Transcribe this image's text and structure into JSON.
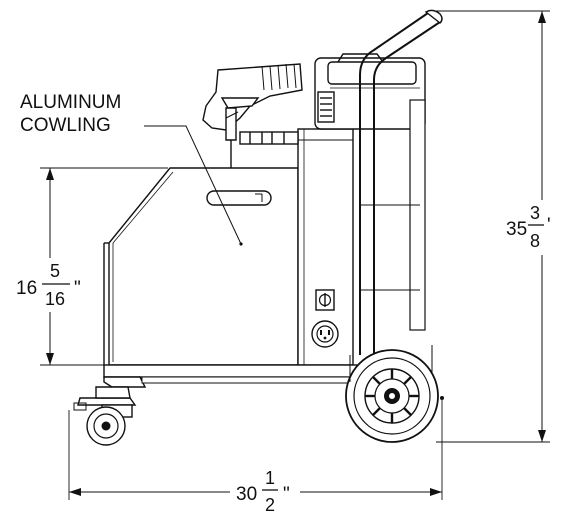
{
  "callout": {
    "line1": "ALUMINUM",
    "line2": "COWLING"
  },
  "dimensions": {
    "height_overall": {
      "whole": "35",
      "num": "3",
      "den": "8",
      "unit": "'"
    },
    "height_cowling": {
      "whole": "16",
      "num": "5",
      "den": "16",
      "unit": "\""
    },
    "width_overall": {
      "whole": "30",
      "num": "1",
      "den": "2",
      "unit": "\""
    }
  }
}
